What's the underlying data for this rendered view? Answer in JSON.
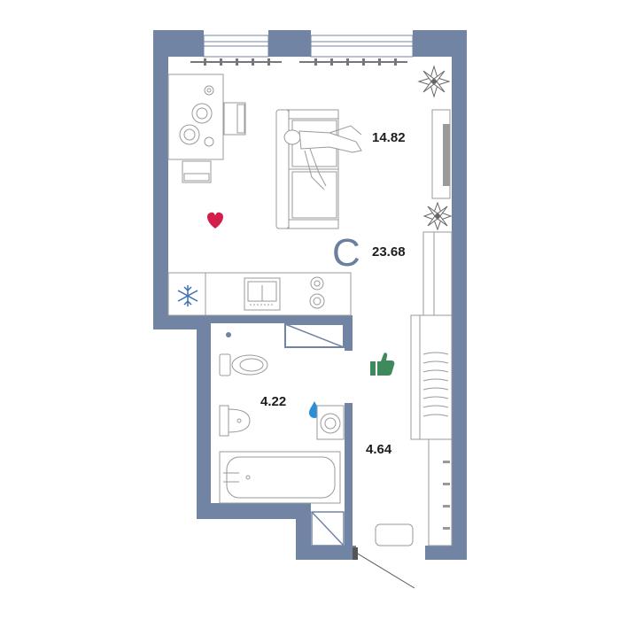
{
  "plan": {
    "type_letter": "C",
    "rooms": [
      {
        "id": "living",
        "area": "14.82"
      },
      {
        "id": "total",
        "area": "23.68"
      },
      {
        "id": "bathroom",
        "area": "4.22"
      },
      {
        "id": "hallway",
        "area": "4.64"
      }
    ]
  },
  "colors": {
    "wall": "#7184a3",
    "furniture_line": "#9a9a9a",
    "heart": "#d21e4a",
    "snowflake": "#3a6fb5",
    "water_drop": "#2b8fd6",
    "thumbs_up": "#3f8a5c",
    "type_letter": "#6b7fa0"
  },
  "icons": [
    "heart-icon",
    "snowflake-icon",
    "water-drop-icon",
    "thumbs-up-icon",
    "plant-icon"
  ]
}
